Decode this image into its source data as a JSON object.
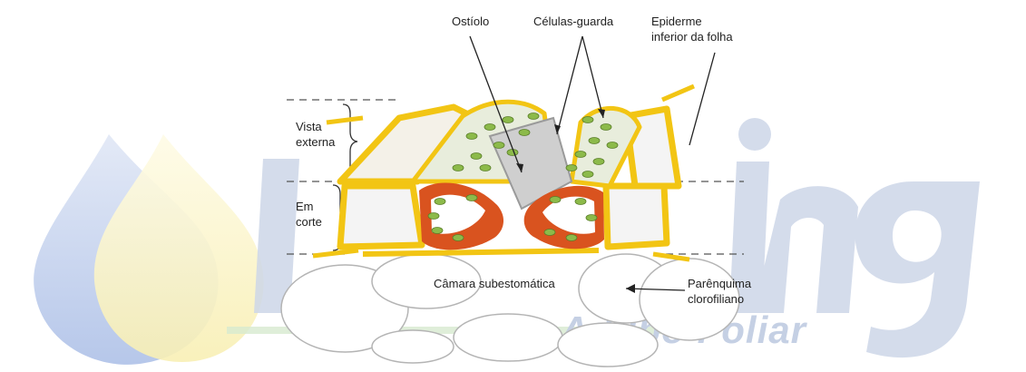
{
  "labels": {
    "ostiolo": "Ostíolo",
    "celulas_guarda": "Células-guarda",
    "epiderme_line1": "Epiderme",
    "epiderme_line2": "inferior da folha",
    "vista_line1": "Vista",
    "vista_line2": "externa",
    "corte_line1": "Em",
    "corte_line2": "corte",
    "camara": "Câmara subestomática",
    "parenquima_line1": "Parênquima",
    "parenquima_line2": "clorofiliano"
  },
  "watermark": {
    "subtitle": "Adubo Foliar",
    "text_color": "#c9d3e6",
    "drop_blue": "#b7c6e6",
    "drop_yellow": "#fbf6c8",
    "bar_green": "#c7e0b4"
  },
  "colors": {
    "cell_wall": "#f2c514",
    "guard_lip": "#d9531f",
    "chloroplast": "#8cba4a",
    "pore": "#9a9a9a",
    "parenchyma_outline": "#b4b4b4",
    "leader": "#222222"
  }
}
